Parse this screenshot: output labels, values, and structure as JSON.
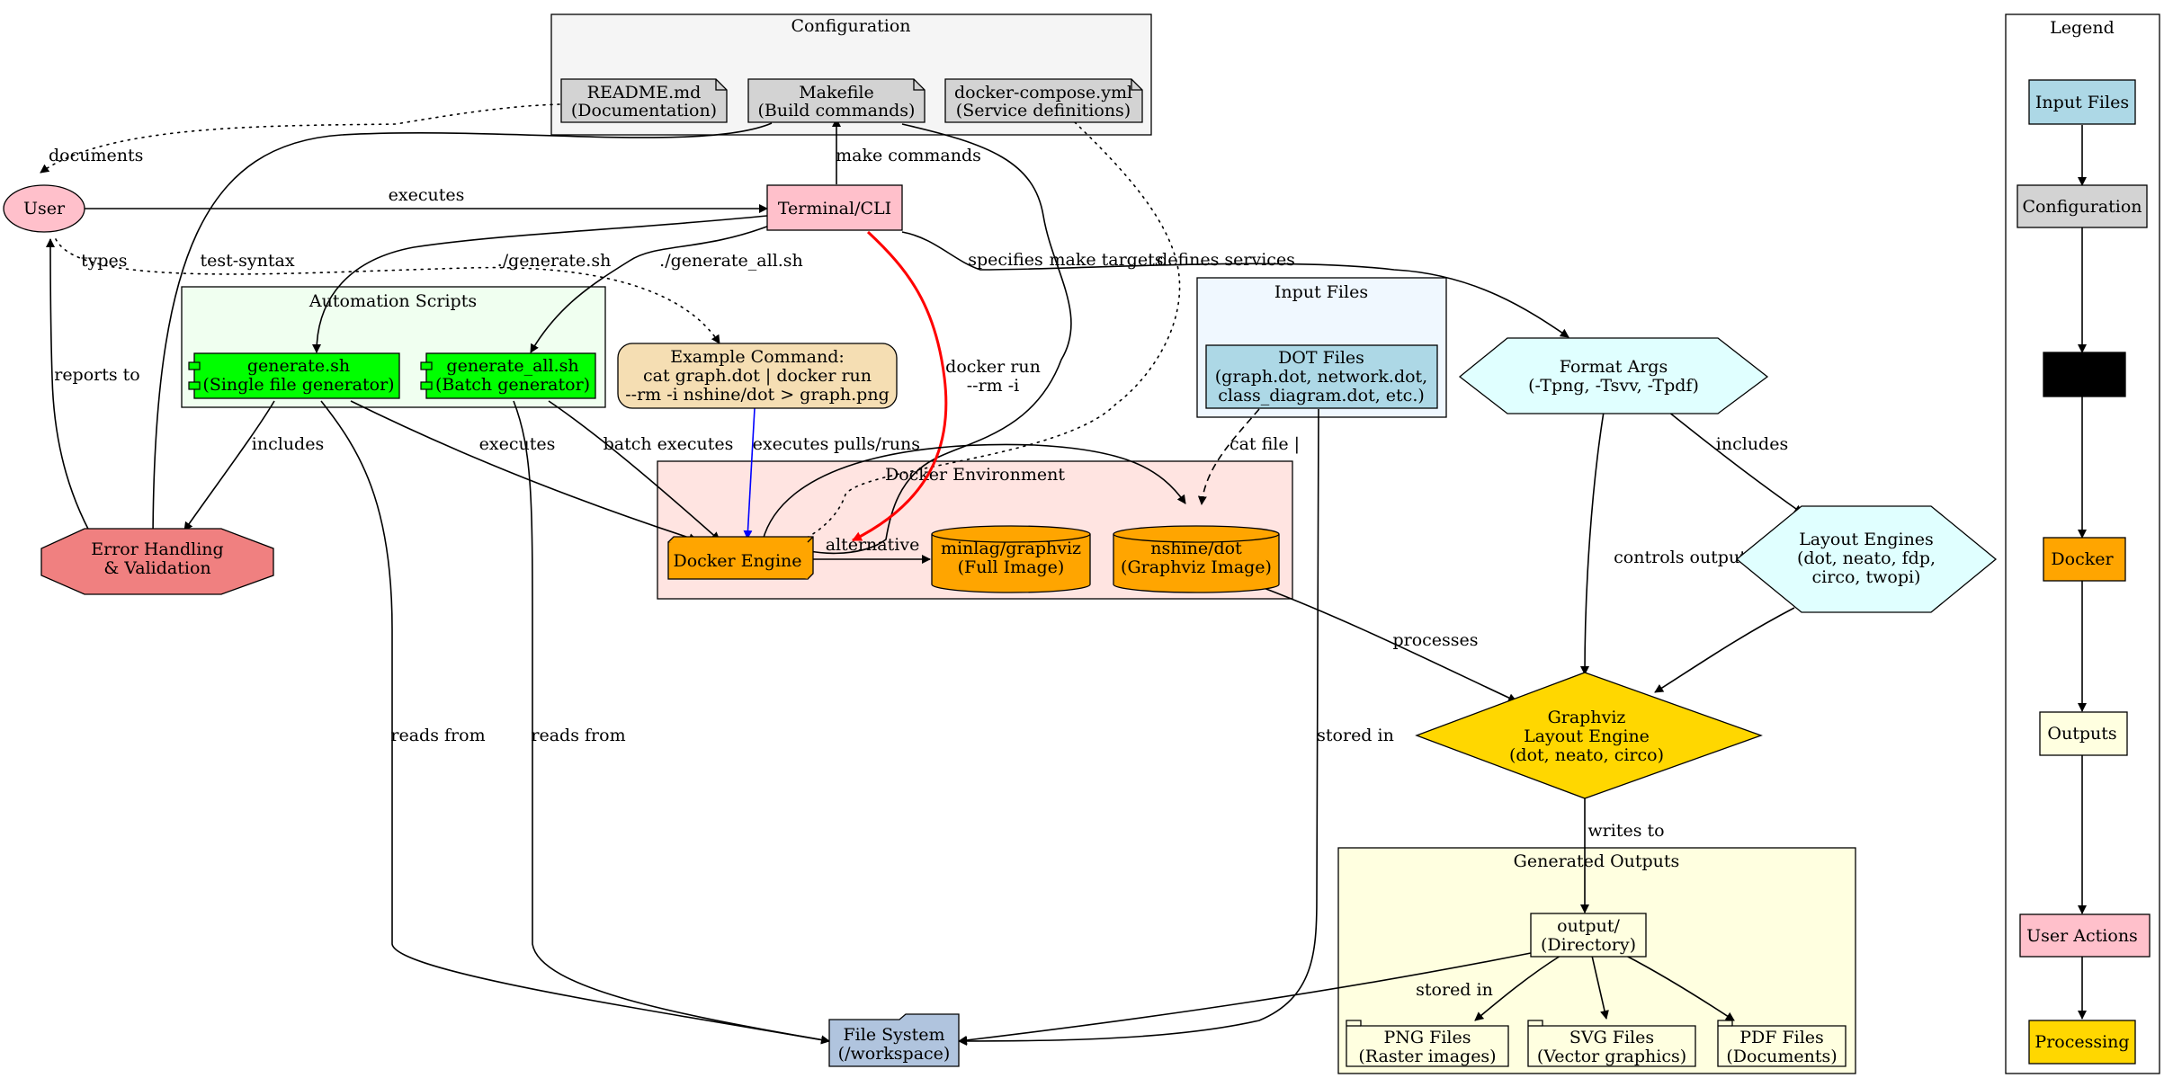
{
  "clusters": {
    "configuration": "Configuration",
    "automation": "Automation Scripts",
    "input": "Input Files",
    "docker": "Docker Environment",
    "outputs": "Generated Outputs",
    "legend": "Legend"
  },
  "nodes": {
    "readme": [
      "README.md",
      "(Documentation)"
    ],
    "makefile": [
      "Makefile",
      "(Build commands)"
    ],
    "compose": [
      "docker-compose.yml",
      "(Service definitions)"
    ],
    "user": [
      "User"
    ],
    "terminal": [
      "Terminal/CLI"
    ],
    "generate": [
      "generate.sh",
      "(Single file generator)"
    ],
    "generate_all": [
      "generate_all.sh",
      "(Batch generator)"
    ],
    "example": [
      "Example Command:",
      "cat graph.dot | docker run",
      "--rm -i nshine/dot > graph.png"
    ],
    "dot_files": [
      "DOT Files",
      "(graph.dot, network.dot,",
      "class_diagram.dot, etc.)"
    ],
    "format_args": [
      "Format Args",
      "(-Tpng, -Tsvv, -Tpdf)"
    ],
    "layout_engines": [
      "Layout Engines",
      "(dot, neato, fdp,",
      "circo, twopi)"
    ],
    "error": [
      "Error Handling",
      "& Validation"
    ],
    "docker_engine": [
      "Docker Engine"
    ],
    "minlag": [
      "minlag/graphviz",
      "(Full Image)"
    ],
    "nshine": [
      "nshine/dot",
      "(Graphviz Image)"
    ],
    "graphviz": [
      "Graphviz",
      "Layout Engine",
      "(dot, neato, circo)"
    ],
    "output_dir": [
      "output/",
      "(Directory)"
    ],
    "png": [
      "PNG Files",
      "(Raster images)"
    ],
    "svg": [
      "SVG Files",
      "(Vector graphics)"
    ],
    "pdf": [
      "PDF Files",
      "(Documents)"
    ],
    "filesystem": [
      "File System",
      "(/workspace)"
    ]
  },
  "edges": {
    "documents": "documents",
    "executes_terminal": "executes",
    "make_commands": "make commands",
    "types": "types",
    "test_syntax": "test-syntax",
    "generate_sh": "./generate.sh",
    "generate_all_sh": "./generate_all.sh",
    "specifies": "specifies",
    "make_targets": "make targets",
    "defines_services": "defines services",
    "docker_run": [
      "docker run",
      "--rm -i"
    ],
    "reports_to": "reports to",
    "includes_error": "includes",
    "executes_engine": "executes",
    "batch_executes": "batch executes",
    "executes_example": "executes",
    "pulls_runs": "pulls/runs",
    "cat_file": "cat file |",
    "includes_layout": "includes",
    "alternative": "alternative",
    "controls_output": "controls output",
    "processes": "processes",
    "reads_from_1": "reads from",
    "reads_from_2": "reads from",
    "stored_in_1": "stored in",
    "writes_to": "writes to",
    "stored_in_2": "stored in"
  },
  "legend": {
    "items": [
      "Input Files",
      "Configuration",
      "",
      "Docker",
      "Outputs",
      "User Actions",
      "Processing"
    ]
  },
  "colors": {
    "config_bg": "#f5f5f5",
    "automation_bg": "#f0fff0",
    "input_bg": "#f0f8ff",
    "docker_bg": "#ffe4e1",
    "outputs_bg": "#ffffe0",
    "config_node": "#d3d3d3",
    "script_node": "#00ff00",
    "input_node": "#add8e6",
    "docker_node": "#ffa500",
    "output_node": "#ffffe0",
    "user_node": "#ffc0cb",
    "processing_node": "#ffd700",
    "format_node": "#e0ffff",
    "error_node": "#f08080",
    "example_node": "#f5deb3",
    "filesystem_node": "#b0c4de",
    "docker_run_edge": "#ff0000",
    "example_edge": "#0000ff"
  }
}
